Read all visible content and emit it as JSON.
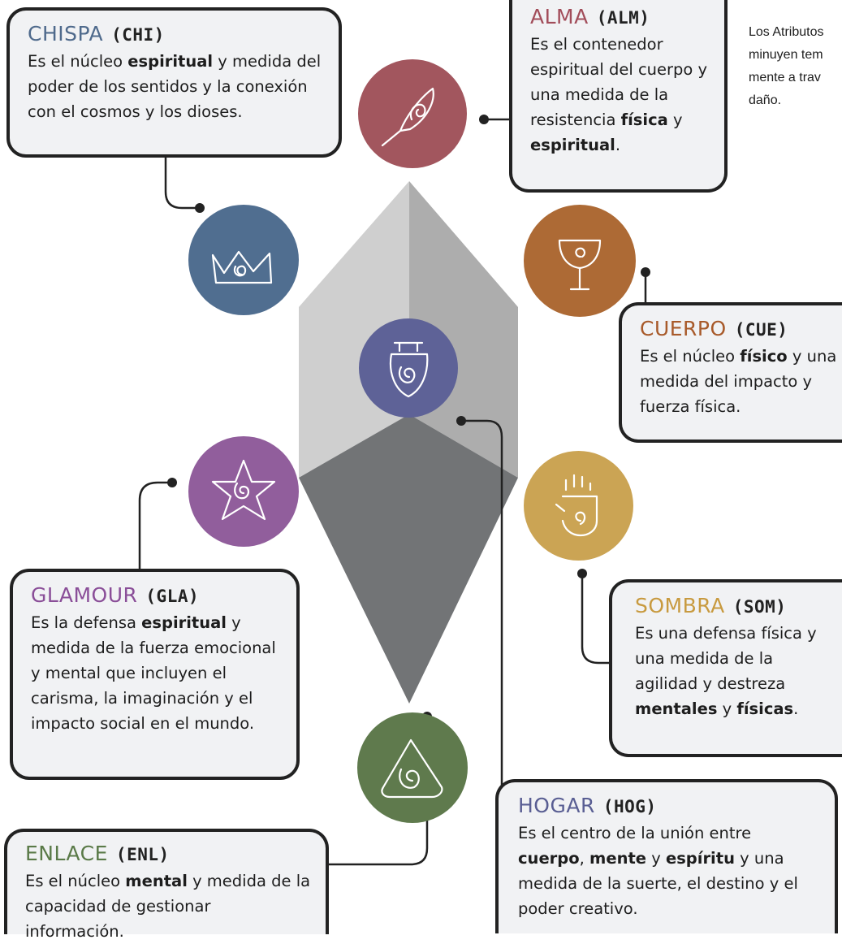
{
  "side_note": [
    "Los Atributos",
    "minuyen tem",
    "mente a trav",
    "daño."
  ],
  "attributes": {
    "chispa": {
      "name": "CHISPA",
      "abbr": "(CHI)",
      "color": "#506e90",
      "symbol": "crown-icon",
      "text": [
        {
          "t": "Es el núcleo "
        },
        {
          "t": "espiritual",
          "b": true
        },
        {
          "t": " y medida del poder de los sentidos y la conexión con el cosmos y los dioses."
        }
      ]
    },
    "alma": {
      "name": "ALMA",
      "abbr": "(ALM)",
      "color": "#a2565e",
      "symbol": "quill-icon",
      "text": [
        {
          "t": "Es el contenedor espiritual del cuerpo y una medida de la resistencia "
        },
        {
          "t": "física",
          "b": true
        },
        {
          "t": " y "
        },
        {
          "t": "espiritual",
          "b": true
        },
        {
          "t": "."
        }
      ]
    },
    "cuerpo": {
      "name": "CUERPO",
      "abbr": "(CUE)",
      "color": "#ad6a35",
      "symbol": "goblet-icon",
      "text": [
        {
          "t": "Es el núcleo "
        },
        {
          "t": "físico",
          "b": true
        },
        {
          "t": " y una medida del impacto y fuerza física."
        }
      ]
    },
    "glamour": {
      "name": "GLAMOUR",
      "abbr": "(GLA)",
      "color": "#915e9c",
      "symbol": "star-icon",
      "text": [
        {
          "t": "Es la defensa "
        },
        {
          "t": "espiritual",
          "b": true
        },
        {
          "t": " y medida de la fuerza emocional y mental que incluyen el carisma, la imaginación y el impacto social en el mundo."
        }
      ]
    },
    "sombra": {
      "name": "SOMBRA",
      "abbr": "(SOM)",
      "color": "#cba454",
      "symbol": "hand-icon",
      "text": [
        {
          "t": "Es una defensa física y una medida de la agilidad y destreza "
        },
        {
          "t": "mentales",
          "b": true
        },
        {
          "t": " y "
        },
        {
          "t": "físicas",
          "b": true
        },
        {
          "t": "."
        }
      ]
    },
    "enlace": {
      "name": "ENLACE",
      "abbr": "(ENL)",
      "color": "#5f7a4d",
      "symbol": "spiral-triangle-icon",
      "text": [
        {
          "t": "Es el núcleo "
        },
        {
          "t": "mental",
          "b": true
        },
        {
          "t": " y  medida de la capacidad de gestionar información."
        }
      ]
    },
    "hogar": {
      "name": "HOGAR",
      "abbr": "(HOG)",
      "color": "#5e6297",
      "symbol": "shield-spiral-icon",
      "text": [
        {
          "t": "Es el centro de la unión entre "
        },
        {
          "t": "cuerpo",
          "b": true
        },
        {
          "t": ", "
        },
        {
          "t": "mente",
          "b": true
        },
        {
          "t": " y "
        },
        {
          "t": "espíritu",
          "b": true
        },
        {
          "t": " y una medida de la suerte, el destino y el poder creativo."
        }
      ]
    }
  },
  "title_colors": {
    "chispa": "#4f6a8c",
    "alma": "#a24d5a",
    "cuerpo": "#a85a2a",
    "glamour": "#8a4e98",
    "sombra": "#c89a3f",
    "enlace": "#5a7a48",
    "hogar": "#595e93"
  },
  "gem_colors": {
    "top_left": "#cfcfcf",
    "top_right": "#adadad",
    "bottom": "#727476"
  }
}
